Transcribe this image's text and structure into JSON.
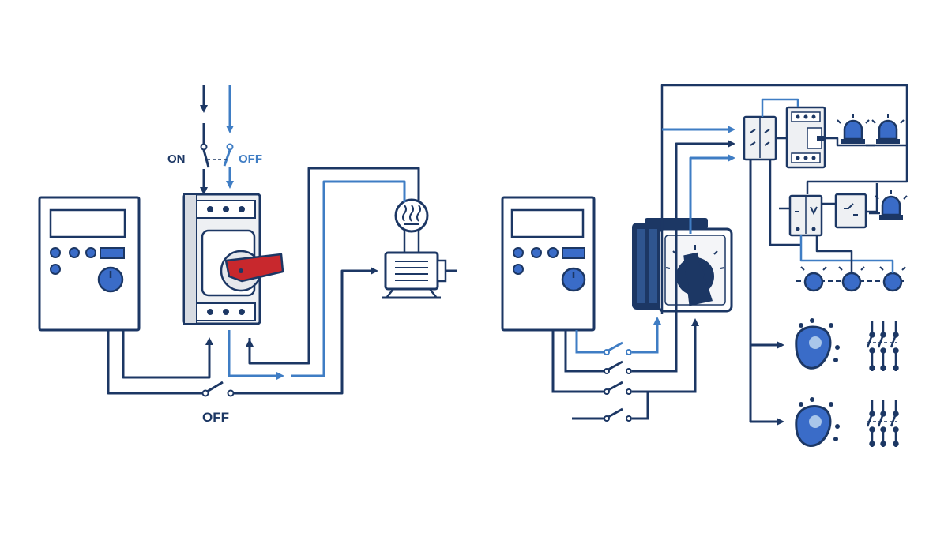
{
  "labels": {
    "on": "ON",
    "off_top": "OFF",
    "off_bottom": "OFF"
  },
  "colors": {
    "dark_wire": "#1c3764",
    "light_wire": "#3f7dc4",
    "handle_red": "#c8282d",
    "panel_fill": "#ffffff",
    "device_grey": "#eef0f3",
    "indicator_blue": "#3a6cc8"
  },
  "icons": [
    "control-panel-icon",
    "motor-protection-breaker-icon",
    "heater-icon",
    "motor-icon",
    "rotary-cam-switch-icon",
    "relay-icon",
    "contactor-icon",
    "beacon-icon",
    "pilot-lamp-icon",
    "push-button-icon",
    "switch-contact-icon"
  ]
}
